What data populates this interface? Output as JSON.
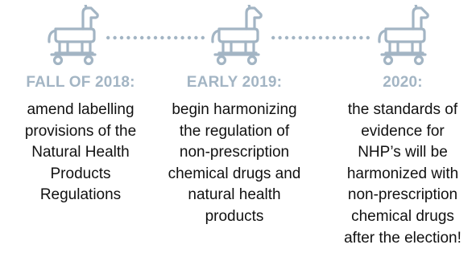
{
  "colors": {
    "accent": "#a3b5c4",
    "body_text": "#111111"
  },
  "icons": [
    "trojan-horse-icon",
    "trojan-horse-icon",
    "trojan-horse-icon"
  ],
  "milestones": [
    {
      "heading": "FALL OF 2018:",
      "lines": [
        "amend labelling",
        "provisions of the",
        "Natural Health",
        "Products",
        "Regulations"
      ]
    },
    {
      "heading": "EARLY 2019:",
      "lines": [
        "begin harmonizing",
        "the regulation of",
        "non-prescription",
        "chemical drugs and",
        "natural health",
        "products"
      ]
    },
    {
      "heading": "2020:",
      "lines": [
        "the standards of",
        "evidence for",
        "NHP’s will be",
        "harmonized with",
        "non-prescription",
        "chemical drugs",
        "after the election!"
      ]
    }
  ]
}
